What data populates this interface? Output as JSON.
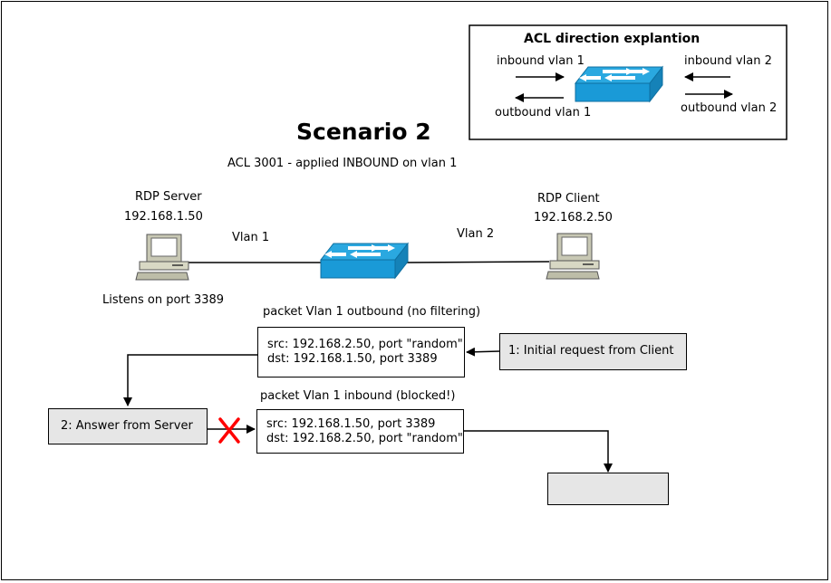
{
  "title": "Scenario 2",
  "subtitle": "ACL 3001 - applied INBOUND on vlan 1",
  "legend": {
    "heading": "ACL direction explantion",
    "inbound_vlan1": "inbound vlan 1",
    "outbound_vlan1": "outbound vlan 1",
    "inbound_vlan2": "inbound vlan 2",
    "outbound_vlan2": "outbound vlan 2",
    "switch_icon": "switch-icon"
  },
  "server": {
    "name": "RDP Server",
    "ip": "192.168.1.50",
    "note": "Listens on port 3389",
    "icon": "computer-icon"
  },
  "client": {
    "name": "RDP Client",
    "ip": "192.168.2.50",
    "icon": "computer-icon"
  },
  "links": {
    "vlan1": "Vlan 1",
    "vlan2": "Vlan 2"
  },
  "packet_outbound": {
    "label": "packet Vlan 1 outbound (no filtering)",
    "src": "src: 192.168.2.50, port \"random\"",
    "dst": "dst: 192.168.1.50, port 3389"
  },
  "packet_inbound": {
    "label": "packet Vlan 1 inbound (blocked!)",
    "src": "src: 192.168.1.50, port 3389",
    "dst": "dst: 192.168.2.50, port \"random\""
  },
  "steps": {
    "step1": "1: Initial request from Client",
    "step2": "2: Answer from Server",
    "step3": ""
  },
  "colors": {
    "switch_blue": "#1a9ad7",
    "step_box": "#e6e6e6",
    "blocked_x": "#ff0000"
  }
}
